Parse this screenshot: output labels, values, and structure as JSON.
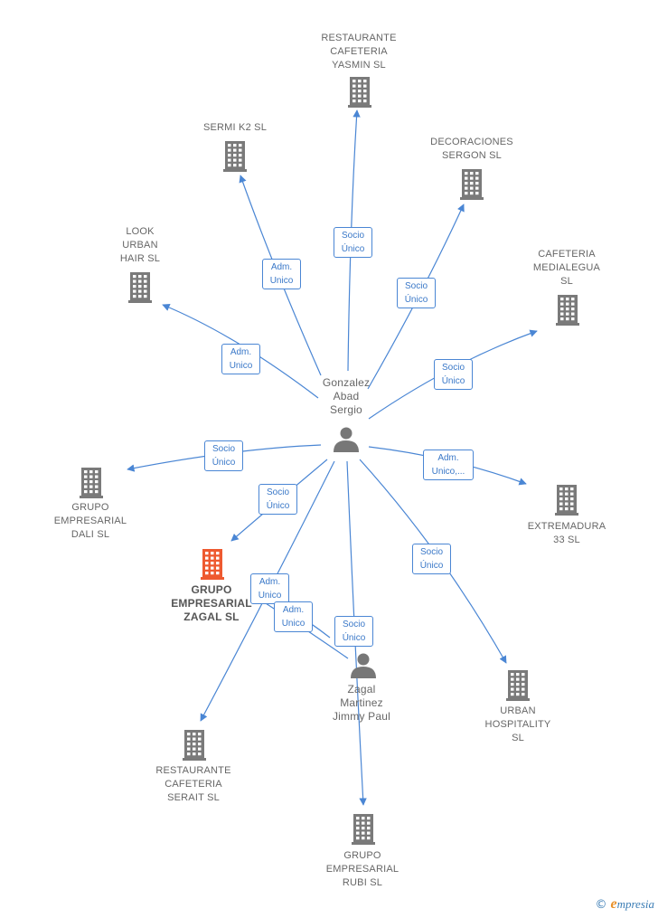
{
  "colors": {
    "edge": "#4a86d4",
    "building": "#7a7a7a",
    "building_focus": "#ee5a30",
    "person": "#777777",
    "label": "#666666"
  },
  "nodes": {
    "gonzalez": {
      "label": "Gonzalez\nAbad\nSergio",
      "icon": "person-icon"
    },
    "zagal_person": {
      "label": "Zagal\nMartinez\nJimmy Paul",
      "icon": "person-icon"
    },
    "yasmin": {
      "label": "RESTAURANTE\nCAFETERIA\nYASMIN  SL",
      "icon": "building-icon"
    },
    "sermi": {
      "label": "SERMI K2 SL",
      "icon": "building-icon"
    },
    "sergon": {
      "label": "DECORACIONES\nSERGON  SL",
      "icon": "building-icon"
    },
    "look": {
      "label": "LOOK\nURBAN\nHAIR  SL",
      "icon": "building-icon"
    },
    "medialegua": {
      "label": "CAFETERIA\nMEDIALEGUA\nSL",
      "icon": "building-icon"
    },
    "dali": {
      "label": "GRUPO\nEMPRESARIAL\nDALI  SL",
      "icon": "building-icon"
    },
    "extremadura": {
      "label": "EXTREMADURA\n33 SL",
      "icon": "building-icon"
    },
    "zagal_sl": {
      "label": "GRUPO\nEMPRESARIAL\nZAGAL  SL",
      "icon": "building-icon"
    },
    "urban_hospitality": {
      "label": "URBAN\nHOSPITALITY\nSL",
      "icon": "building-icon"
    },
    "serait": {
      "label": "RESTAURANTE\nCAFETERIA\nSERAIT SL",
      "icon": "building-icon"
    },
    "rubi": {
      "label": "GRUPO\nEMPRESARIAL\nRUBI  SL",
      "icon": "building-icon"
    }
  },
  "edges": {
    "yasmin": "Socio\nÚnico",
    "sermi": "Adm.\nUnico",
    "sergon": "Socio\nÚnico",
    "look": "Adm.\nUnico",
    "medialegua": "Socio\nÚnico",
    "dali": "Socio\nÚnico",
    "extremadura": "Adm.\nUnico,...",
    "zagal_socio": "Socio\nÚnico",
    "urban_hospitality": "Socio\nÚnico",
    "zagal_adm1": "Adm.\nUnico",
    "zagal_adm2": "Adm.\nUnico",
    "rubi": "Socio\nÚnico"
  },
  "footer": {
    "copyright": "©",
    "brand_initial": "e",
    "brand_rest": "mpresia"
  }
}
